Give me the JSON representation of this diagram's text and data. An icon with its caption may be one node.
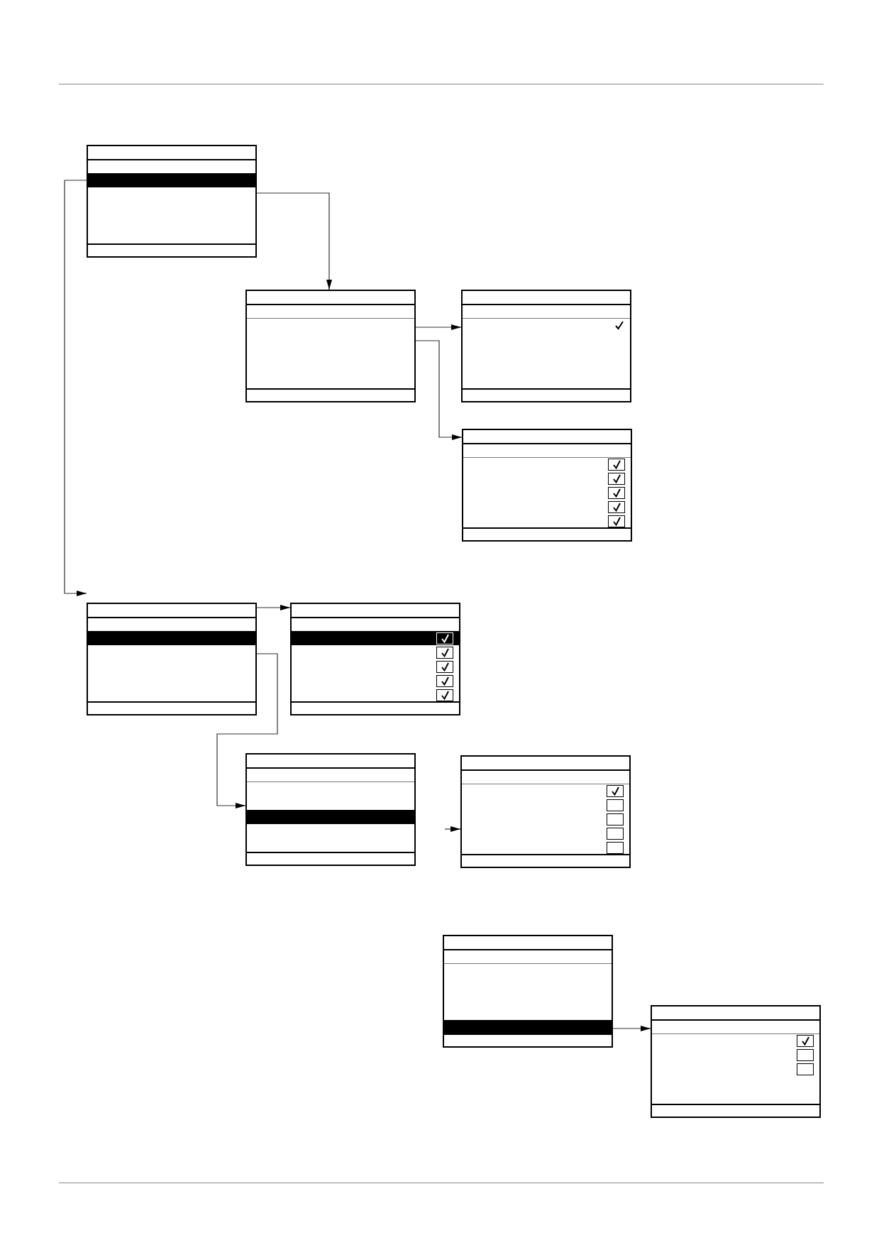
{
  "diagram": {
    "nodes": [
      {
        "text": [],
        "shape": "box"
      },
      {
        "text": [],
        "shape": "bar",
        "in": 0
      },
      {
        "text": [],
        "shape": "box"
      },
      {
        "text": [],
        "shape": "box"
      },
      {
        "text": [],
        "shape": "box"
      },
      {
        "text": [],
        "shape": "box"
      },
      {
        "text": [],
        "shape": "bar",
        "in": 5
      },
      {
        "text": [],
        "shape": "box"
      },
      {
        "text": [],
        "shape": "bar",
        "in": 7
      },
      {
        "text": [],
        "shape": "box"
      },
      {
        "text": [],
        "shape": "bar",
        "in": 9
      },
      {
        "text": [],
        "shape": "box"
      },
      {
        "text": [],
        "shape": "box"
      },
      {
        "text": [],
        "shape": "bar",
        "in": 12
      },
      {
        "text": [],
        "shape": "box"
      }
    ],
    "edges": [
      {
        "from": 0,
        "to": 2,
        "arrow": "to"
      },
      {
        "from": 0,
        "to": 5,
        "arrow": "to"
      },
      {
        "from": 2,
        "to": 3,
        "arrow": "to"
      },
      {
        "from": 2,
        "to": 4,
        "arrow": "to"
      },
      {
        "from": 5,
        "to": 7,
        "arrow": "to"
      },
      {
        "from": 5,
        "to": 9,
        "arrow": "to"
      },
      {
        "from": null,
        "to": 11,
        "arrow": "to"
      },
      {
        "from": 12,
        "to": 14,
        "arrow": "to"
      }
    ]
  }
}
